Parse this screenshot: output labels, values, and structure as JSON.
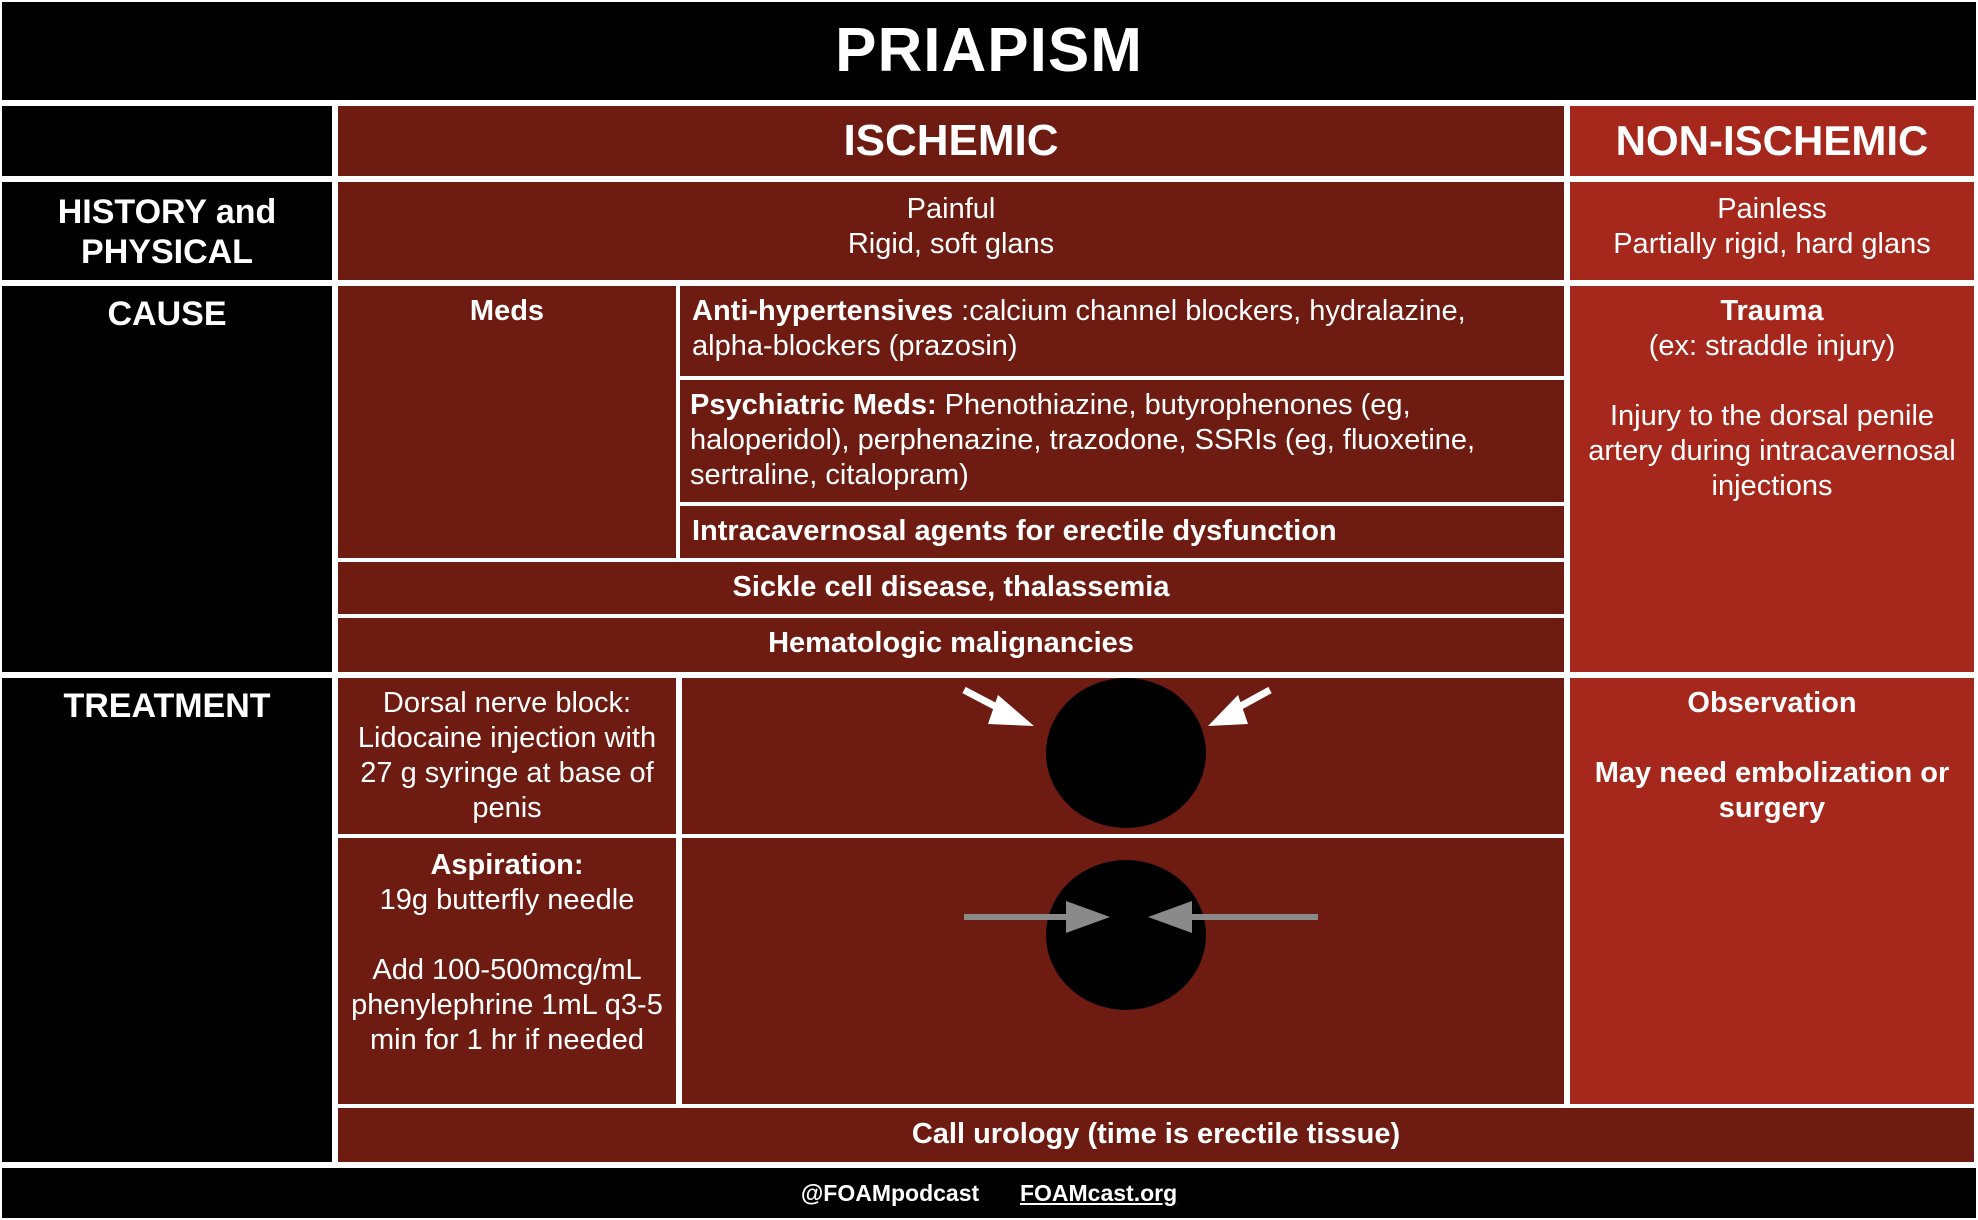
{
  "title": "PRIAPISM",
  "columns": {
    "ischemic": "ISCHEMIC",
    "non_ischemic": "NON-ISCHEMIC"
  },
  "history": {
    "label_line1": "HISTORY and",
    "label_line2": "PHYSICAL",
    "ischemic_line1": "Painful",
    "ischemic_line2": "Rigid, soft glans",
    "non_line1": "Painless",
    "non_line2": "Partially rigid, hard glans"
  },
  "cause": {
    "label": "CAUSE",
    "meds_label": "Meds",
    "antihypertensives_title": "Anti-hypertensives",
    "antihypertensives_text": " :calcium channel blockers, hydralazine, alpha-blockers (prazosin)",
    "psych_title": "Psychiatric Meds:",
    "psych_text": " Phenothiazine, butyrophenones (eg, haloperidol), perphenazine, trazodone, SSRIs (eg, fluoxetine, sertraline, citalopram)",
    "intracavernosal": "Intracavernosal agents for erectile dysfunction",
    "sickle": "Sickle cell disease, thalassemia",
    "heme": "Hematologic malignancies",
    "non_trauma": "Trauma",
    "non_example": "(ex: straddle injury)",
    "non_injury": "Injury to the dorsal penile artery during intracavernosal injections"
  },
  "treatment": {
    "label": "TREATMENT",
    "block_line1": "Dorsal nerve block:",
    "block_text": "Lidocaine injection with 27 g syringe at base of penis",
    "aspiration_title": "Aspiration:",
    "aspiration_needle": "19g butterfly needle",
    "aspiration_phenyl": "Add 100-500mcg/mL phenylephrine 1mL q3-5 min for 1 hr if needed",
    "urology": "Call urology (time is erectile tissue)",
    "non_observation": "Observation",
    "non_embolization": "May need embolization or surgery"
  },
  "footer": {
    "handle": "@FOAMpodcast",
    "site": "FOAMcast.org"
  },
  "colors": {
    "ischemic": "#6e1b12",
    "non_ischemic": "#a6271b",
    "header": "#000000",
    "white_arrow": "#ffffff",
    "gray_arrow": "#8a8a8a"
  },
  "icons": {
    "top_diagram": "circle-with-white-arrows-icon",
    "bottom_diagram": "circle-with-gray-arrows-icon"
  }
}
